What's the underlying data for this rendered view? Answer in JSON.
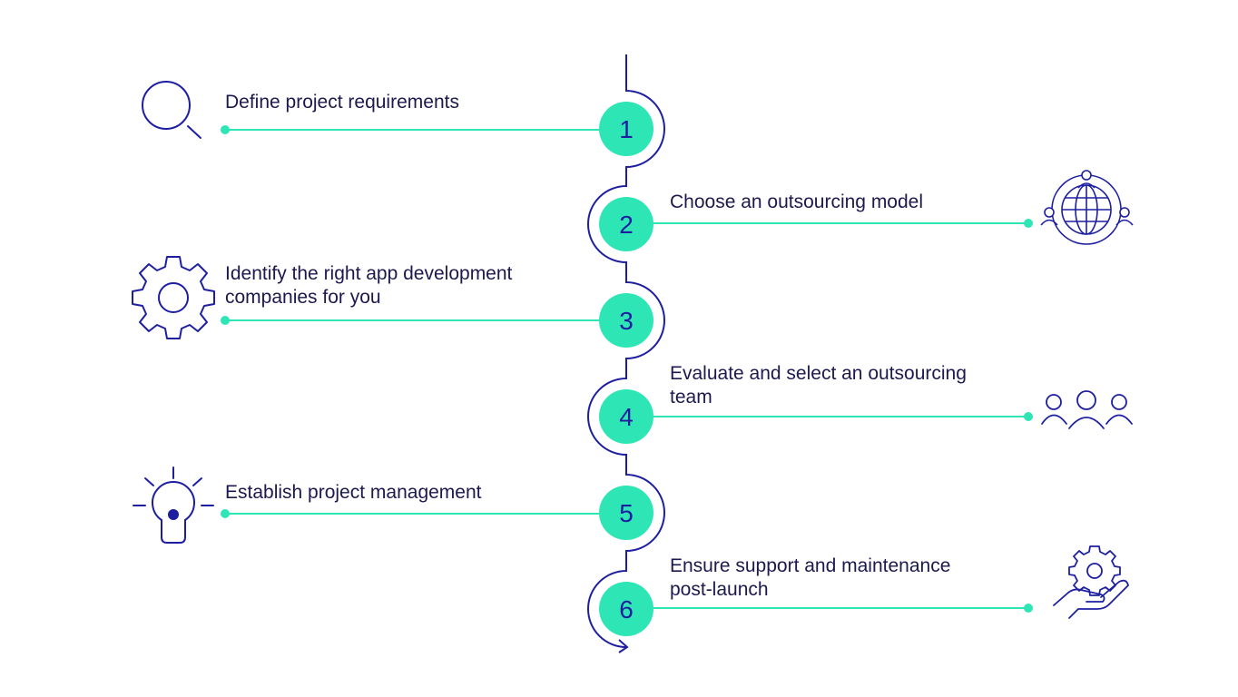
{
  "colors": {
    "accent": "#2ee6b5",
    "navy": "#1d1fa0",
    "text": "#1b1a4e"
  },
  "steps": [
    {
      "number": "1",
      "line1": "Define project requirements",
      "line2": "",
      "icon": "magnifier-icon"
    },
    {
      "number": "2",
      "line1": "Choose an outsourcing model",
      "line2": "",
      "icon": "globe-people-icon"
    },
    {
      "number": "3",
      "line1": "Identify the right app development",
      "line2": "companies for you",
      "icon": "gear-icon"
    },
    {
      "number": "4",
      "line1": "Evaluate and select an outsourcing",
      "line2": "team",
      "icon": "team-icon"
    },
    {
      "number": "5",
      "line1": "Establish project management",
      "line2": "",
      "icon": "lightbulb-icon"
    },
    {
      "number": "6",
      "line1": "Ensure support and maintenance",
      "line2": "post-launch",
      "icon": "hand-gear-icon"
    }
  ]
}
